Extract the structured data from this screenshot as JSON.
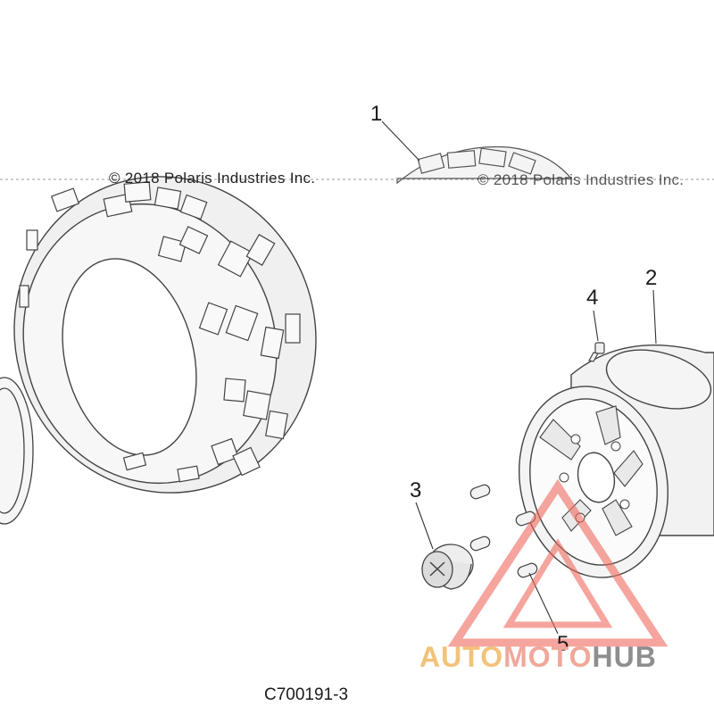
{
  "diagram": {
    "callouts": [
      {
        "id": "1",
        "label": "1"
      },
      {
        "id": "2",
        "label": "2"
      },
      {
        "id": "3",
        "label": "3"
      },
      {
        "id": "4",
        "label": "4"
      },
      {
        "id": "5",
        "label": "5"
      }
    ],
    "copyright_left": "© 2018 Polaris Industries Inc.",
    "copyright_right": "© 2018 Polaris Industries Inc.",
    "figure_number": "C700191-3"
  },
  "watermark": {
    "part1": "AUTO",
    "part2": "MOTO",
    "part3": "HUB",
    "colors": {
      "auto": "#f3c27a",
      "moto": "#f0a89a",
      "hub": "#8e8e8e",
      "triangle": "#ef6b5e"
    }
  }
}
